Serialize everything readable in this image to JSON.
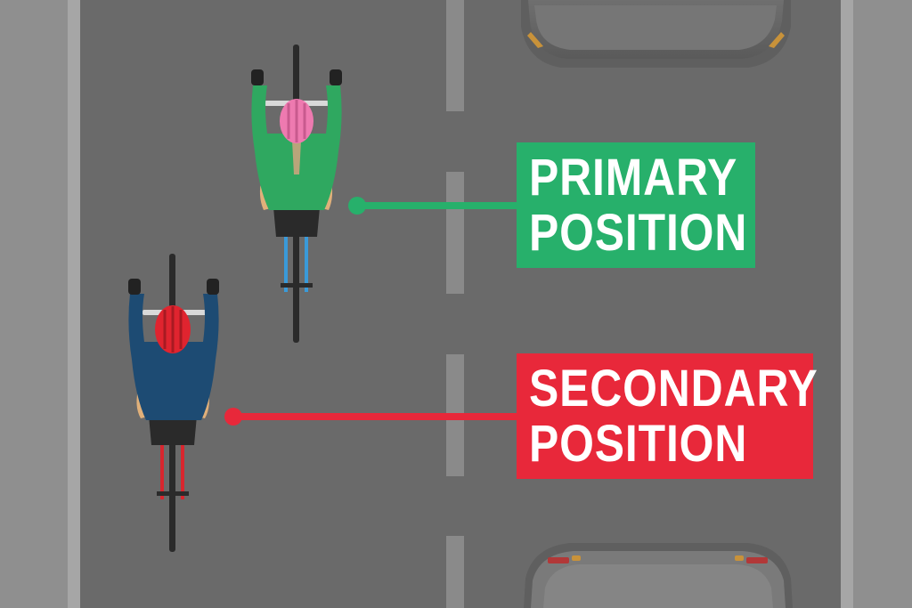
{
  "colors": {
    "road": "#6a6a6a",
    "sidewalk": "#8f8f8f",
    "curb": "#a9a9a9",
    "lane_marking": "#8a8a8a",
    "car_body": "#7a7a7a",
    "primary": "#27b06b",
    "secondary": "#e8283a",
    "cyclist_primary_jacket": "#2fa860",
    "cyclist_primary_helmet": "#ee7ab0",
    "cyclist_secondary_jacket": "#1d4b73",
    "cyclist_secondary_helmet": "#e0242f",
    "bike_frame_primary": "#3a9ad9",
    "bike_frame_secondary": "#d8262e"
  },
  "labels": {
    "primary": {
      "line1": "PRIMARY",
      "line2": "POSITION"
    },
    "secondary": {
      "line1": "SECONDARY",
      "line2": "POSITION"
    }
  }
}
